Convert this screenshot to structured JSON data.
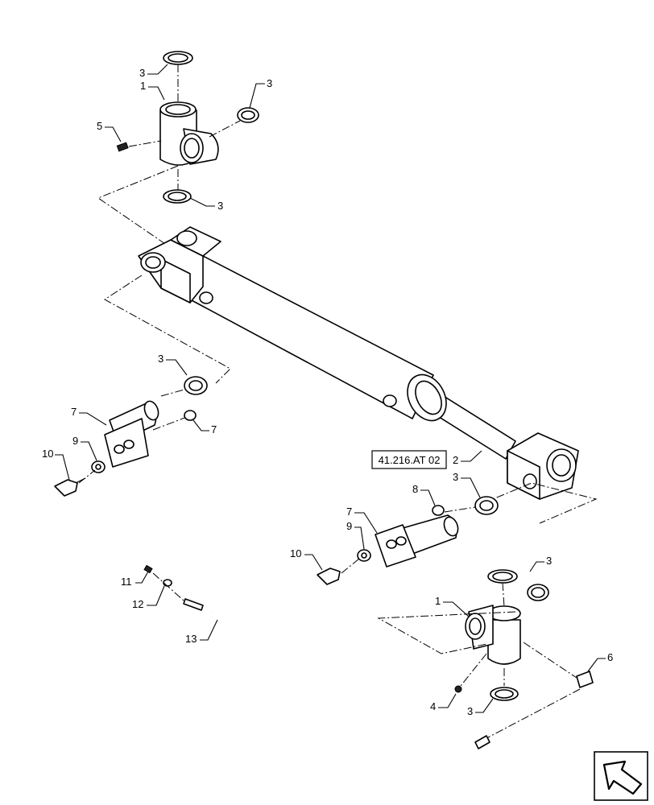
{
  "reference_box": {
    "label": "41.216.AT 02"
  },
  "callouts": {
    "c1_top": "1",
    "c3_a": "3",
    "c3_b": "3",
    "c3_c": "3",
    "c5": "5",
    "c3_d": "3",
    "c7_a": "7",
    "c7_b": "7",
    "c9_a": "9",
    "c10_a": "10",
    "c2": "2",
    "c3_e": "3",
    "c8": "8",
    "c7_c": "7",
    "c9_b": "9",
    "c10_b": "10",
    "c11": "11",
    "c12": "12",
    "c13": "13",
    "c1_bot": "1",
    "c3_f": "3",
    "c6": "6",
    "c4": "4",
    "c3_g": "3"
  },
  "icons": {
    "nav": "next-page-arrow-icon"
  }
}
